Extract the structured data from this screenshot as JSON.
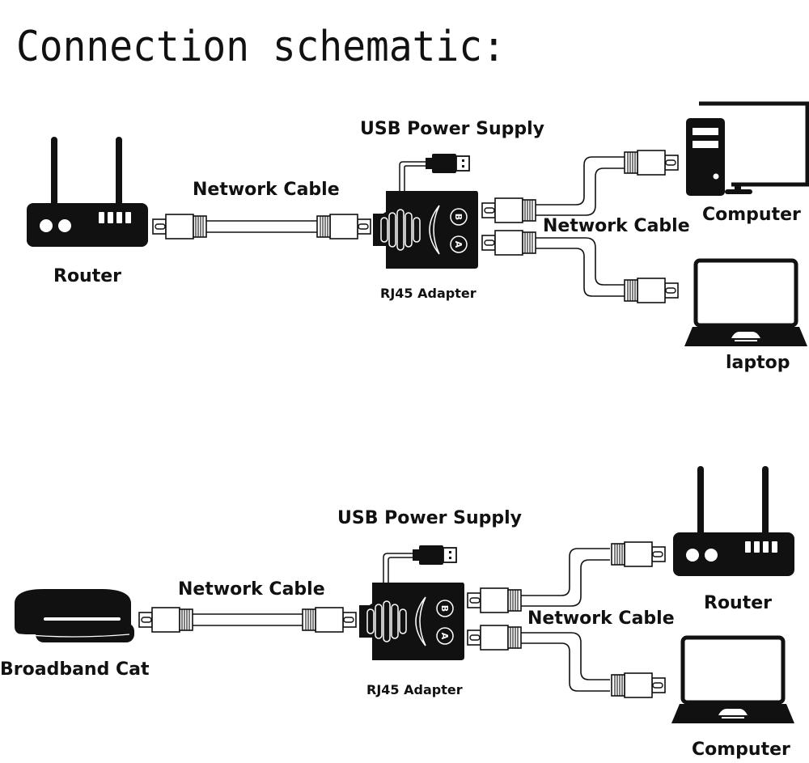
{
  "title": "Connection schematic:",
  "diagrams": [
    {
      "name": "router-to-computer-and-laptop",
      "source_device": {
        "label": "Router",
        "icon": "router-icon"
      },
      "input_cable_label": "Network Cable",
      "power_label": "USB Power Supply",
      "adapter": {
        "label": "RJ45 Adapter",
        "ports": [
          "B",
          "A"
        ]
      },
      "output_cable_label": "Network Cable",
      "targets": [
        {
          "label": "Computer",
          "icon": "desktop-computer-icon",
          "port": "B"
        },
        {
          "label": "laptop",
          "icon": "laptop-icon",
          "port": "A"
        }
      ]
    },
    {
      "name": "broadband-to-router-and-computer",
      "source_device": {
        "label": "Broadband Cat",
        "icon": "modem-icon"
      },
      "input_cable_label": "Network Cable",
      "power_label": "USB Power Supply",
      "adapter": {
        "label": "RJ45 Adapter",
        "ports": [
          "B",
          "A"
        ]
      },
      "output_cable_label": "Network Cable",
      "targets": [
        {
          "label": "Router",
          "icon": "router-icon",
          "port": "B"
        },
        {
          "label": "Computer",
          "icon": "laptop-icon",
          "port": "A"
        }
      ]
    }
  ]
}
